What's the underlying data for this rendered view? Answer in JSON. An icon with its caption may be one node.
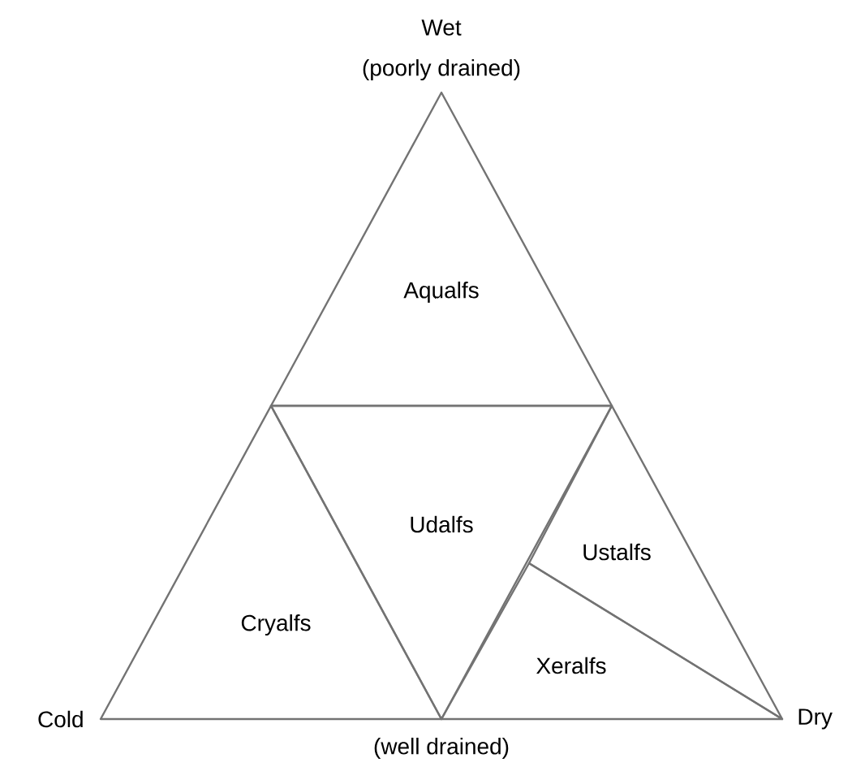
{
  "diagram": {
    "nodes": [
      {
        "text": [
          "Aqualfs"
        ]
      },
      {
        "text": [
          "Cryalfs"
        ]
      },
      {
        "text": [
          "Udalfs"
        ]
      },
      {
        "text": [
          "Ustalfs"
        ]
      },
      {
        "text": [
          "Xeralfs"
        ]
      }
    ],
    "labels": [
      "Wet",
      "(poorly drained)",
      "Cold",
      "Dry",
      "(well drained)"
    ]
  }
}
